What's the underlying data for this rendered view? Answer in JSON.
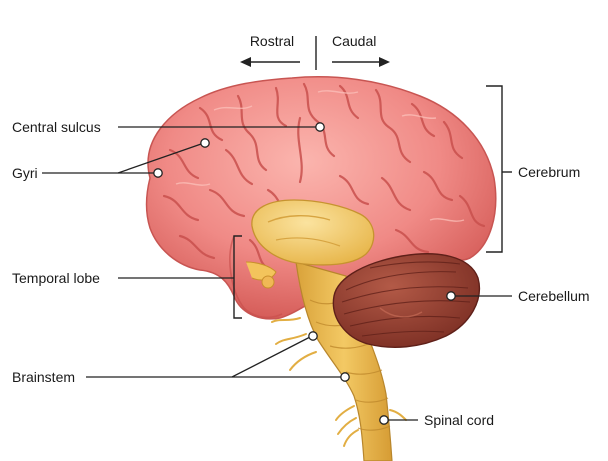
{
  "orientation": {
    "rostral": "Rostral",
    "caudal": "Caudal"
  },
  "labels": {
    "central_sulcus": "Central sulcus",
    "gyri": "Gyri",
    "temporal_lobe": "Temporal lobe",
    "brainstem": "Brainstem",
    "cerebrum": "Cerebrum",
    "cerebellum": "Cerebellum",
    "spinal_cord": "Spinal cord"
  },
  "colors": {
    "cerebrum": "#f08a86",
    "cerebrum_shade": "#d9625f",
    "cerebrum_highlight": "#fab2ad",
    "diencephalon": "#f5cf72",
    "brainstem": "#e8b548",
    "cerebellum": "#8e3a2d",
    "cerebellum_light": "#a84d3c",
    "leader_line": "#222222"
  }
}
